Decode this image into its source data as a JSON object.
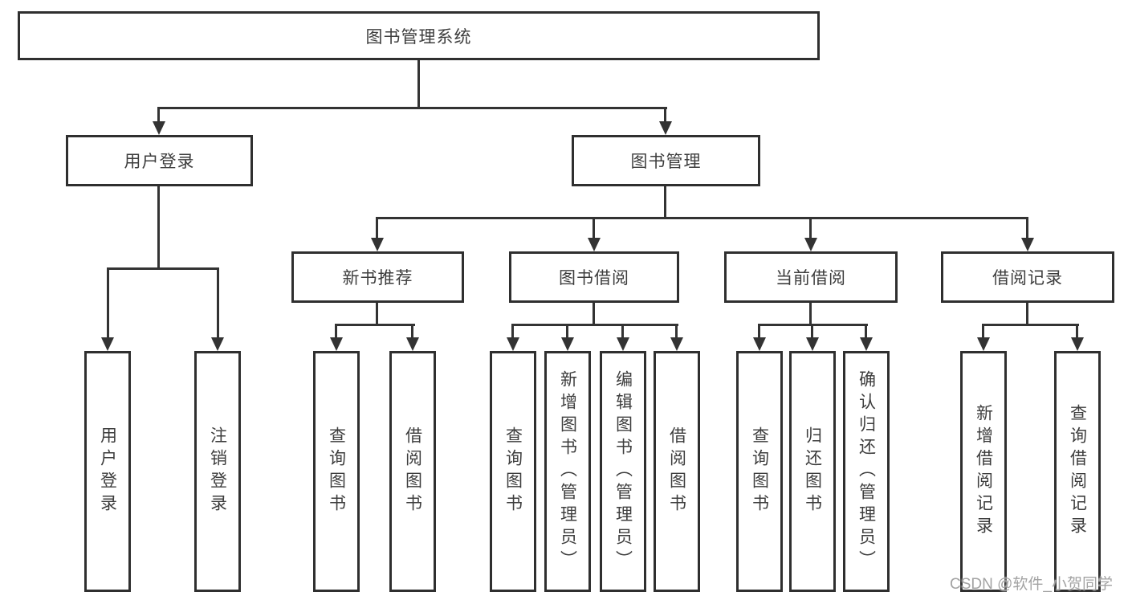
{
  "diagram": {
    "root": {
      "label": "图书管理系统"
    },
    "level2": [
      {
        "id": "user-login",
        "label": "用户登录"
      },
      {
        "id": "book-management",
        "label": "图书管理"
      }
    ],
    "level3": [
      {
        "id": "new-book-recommend",
        "label": "新书推荐"
      },
      {
        "id": "book-borrowing",
        "label": "图书借阅"
      },
      {
        "id": "current-borrowing",
        "label": "当前借阅"
      },
      {
        "id": "borrowing-records",
        "label": "借阅记录"
      }
    ],
    "leaves": [
      {
        "id": "user-login-leaf",
        "label": "用户登录"
      },
      {
        "id": "logout",
        "label": "注销登录"
      },
      {
        "id": "query-books-1",
        "label": "查询图书"
      },
      {
        "id": "borrow-books-1",
        "label": "借阅图书"
      },
      {
        "id": "query-books-2",
        "label": "查询图书"
      },
      {
        "id": "add-book-admin",
        "label": "新增图书（管理员）"
      },
      {
        "id": "edit-book-admin",
        "label": "编辑图书（管理员）"
      },
      {
        "id": "borrow-books-2",
        "label": "借阅图书"
      },
      {
        "id": "query-books-3",
        "label": "查询图书"
      },
      {
        "id": "return-book",
        "label": "归还图书"
      },
      {
        "id": "confirm-return-admin",
        "label": "确认归还（管理员）"
      },
      {
        "id": "add-borrow-record",
        "label": "新增借阅记录"
      },
      {
        "id": "query-borrow-record",
        "label": "查询借阅记录"
      }
    ]
  },
  "watermark": {
    "text": "CSDN @软件_小贺同学"
  },
  "colors": {
    "line": "#333333",
    "border": "#2f2f2f",
    "text": "#3d3d3d",
    "background": "#ffffff",
    "watermark": "#a3a3a3"
  }
}
